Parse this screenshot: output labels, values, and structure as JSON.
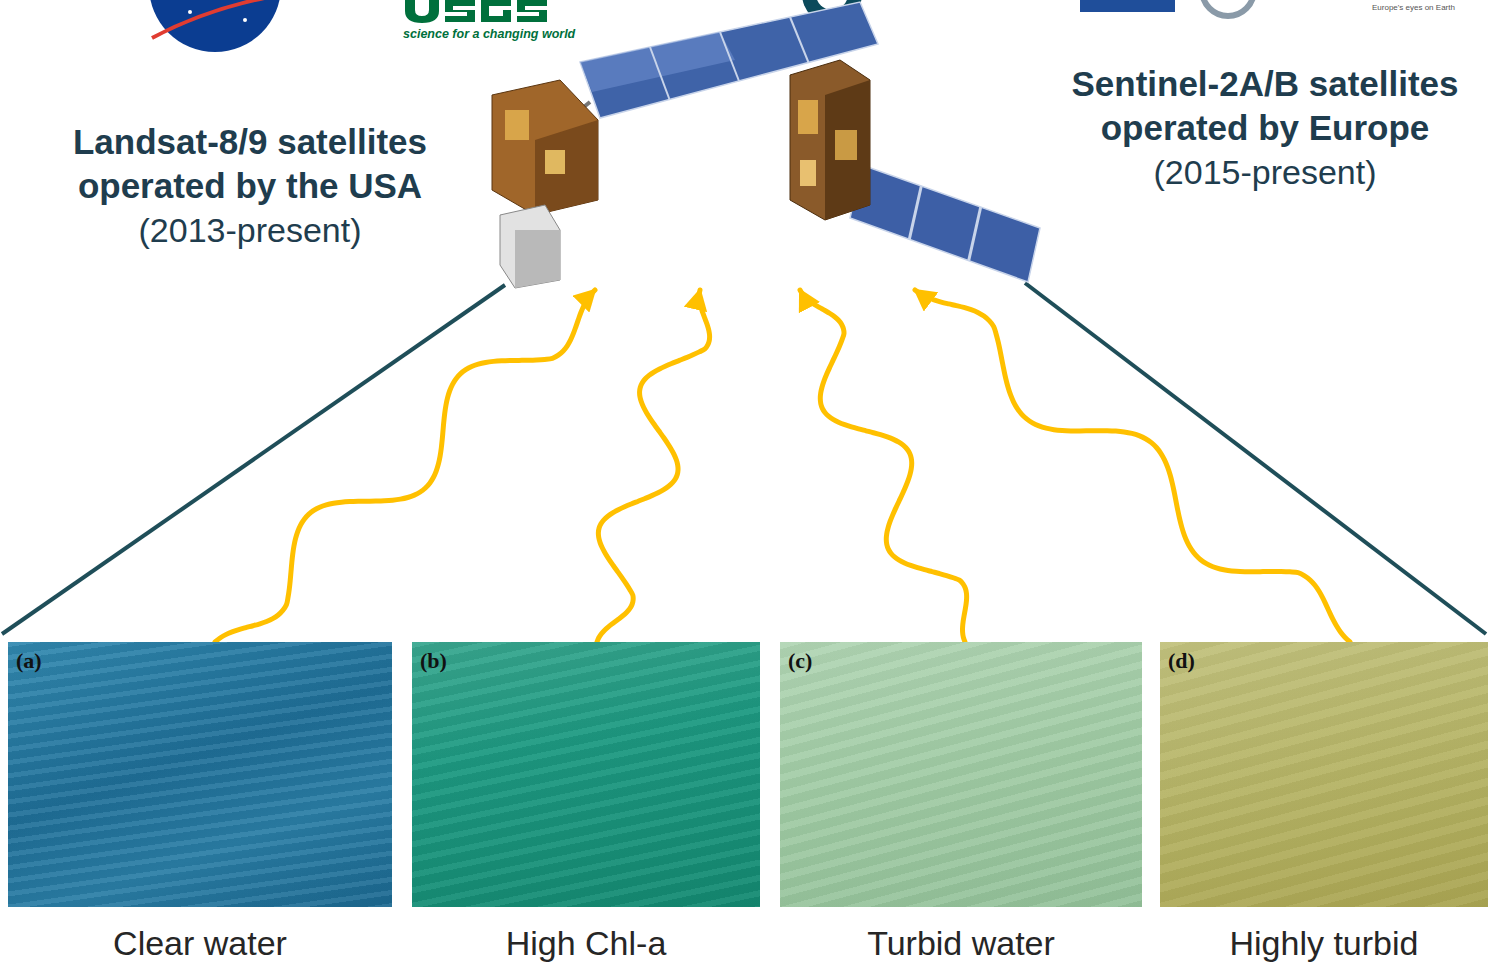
{
  "diagram": {
    "nodes": [
      {
        "text": [
          "Landsat-8/9 satellites operated by the USA",
          "(2013-present)"
        ]
      },
      {
        "text": [
          "Sentinel-2A/B satellites operated by Europe",
          "(2015-present)"
        ]
      },
      {
        "text": [
          "(a)",
          "Clear water"
        ]
      },
      {
        "text": [
          "(b)",
          "High Chl-a"
        ]
      },
      {
        "text": [
          "(c)",
          "Turbid water"
        ]
      },
      {
        "text": [
          "(d)",
          "Highly turbid"
        ]
      }
    ],
    "edges": [
      {
        "from": 2,
        "to": 0,
        "arrow": "to"
      },
      {
        "from": 3,
        "to": 0,
        "arrow": "to"
      },
      {
        "from": 4,
        "to": 1,
        "arrow": "to"
      },
      {
        "from": 5,
        "to": 1,
        "arrow": "to"
      }
    ],
    "labels": [
      "science for a changing world",
      "Europe's eyes on Earth"
    ]
  }
}
